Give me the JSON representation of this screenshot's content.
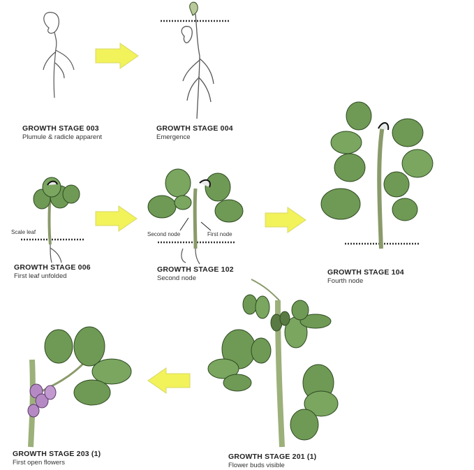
{
  "stages": [
    {
      "code": "GROWTH STAGE 003",
      "desc": "Plumule & radicle apparent"
    },
    {
      "code": "GROWTH STAGE 004",
      "desc": "Emergence"
    },
    {
      "code": "GROWTH STAGE 006",
      "desc": "First leaf unfolded"
    },
    {
      "code": "GROWTH STAGE 102",
      "desc": "Second node"
    },
    {
      "code": "GROWTH STAGE 104",
      "desc": "Fourth node"
    },
    {
      "code": "GROWTH STAGE 203 (1)",
      "desc": "First open flowers"
    },
    {
      "code": "GROWTH STAGE 201 (1)",
      "desc": "Flower buds visible"
    }
  ],
  "labels": {
    "scale_leaf": "Scale leaf",
    "second_node": "Second node",
    "first_node": "First node"
  },
  "colors": {
    "arrow_fill": "#f2f25a",
    "arrow_stroke": "#d8d86a",
    "leaf_fill": "#6f9a55",
    "leaf_stroke": "#2e4a22",
    "stem_fill": "#b9c99a",
    "root_stroke": "#555555",
    "soil": "#333333",
    "flower": "#b58ac4"
  }
}
